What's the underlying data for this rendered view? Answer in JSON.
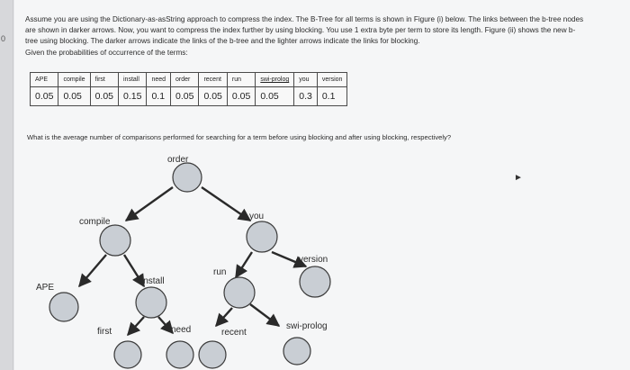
{
  "sidebar": {
    "number": "0"
  },
  "problem": {
    "paragraph": [
      "Assume you are using the Dictionary-as-asString approach to compress the index. The B-Tree for all terms is shown in Figure (i) below. The links between the b-tree nodes",
      "are shown in darker arrows. Now, you want to compress the index further by using blocking. You use 1 extra byte per term to store its length. Figure (ii) shows the new b-",
      "tree using blocking. The darker arrows indicate the links of the b-tree and the lighter arrows indicate the links for blocking."
    ],
    "given": "Given the probabilities of occurrence of the terms:",
    "question": "What is the average number of comparisons performed for searching for a term before using blocking and after using blocking, respectively?"
  },
  "table": {
    "terms": [
      "APE",
      "compile",
      "first",
      "install",
      "need",
      "order",
      "recent",
      "run",
      "swi-prolog",
      "you",
      "version"
    ],
    "probabilities": [
      "0.05",
      "0.05",
      "0.05",
      "0.15",
      "0.1",
      "0.05",
      "0.05",
      "0.05",
      "0.05",
      "0.3",
      "0.1"
    ]
  },
  "tree": {
    "labels": {
      "order": "order",
      "compile": "compile",
      "you": "you",
      "APE": "APE",
      "install": "install",
      "run": "run",
      "version": "version",
      "first": "first",
      "need": "need",
      "recent": "recent",
      "swi_prolog": "swi-prolog"
    }
  },
  "colors": {
    "node_fill": "#c9ced4",
    "node_stroke": "#3a3a3a",
    "edge": "#2a2a2a",
    "link": "#b22222"
  }
}
